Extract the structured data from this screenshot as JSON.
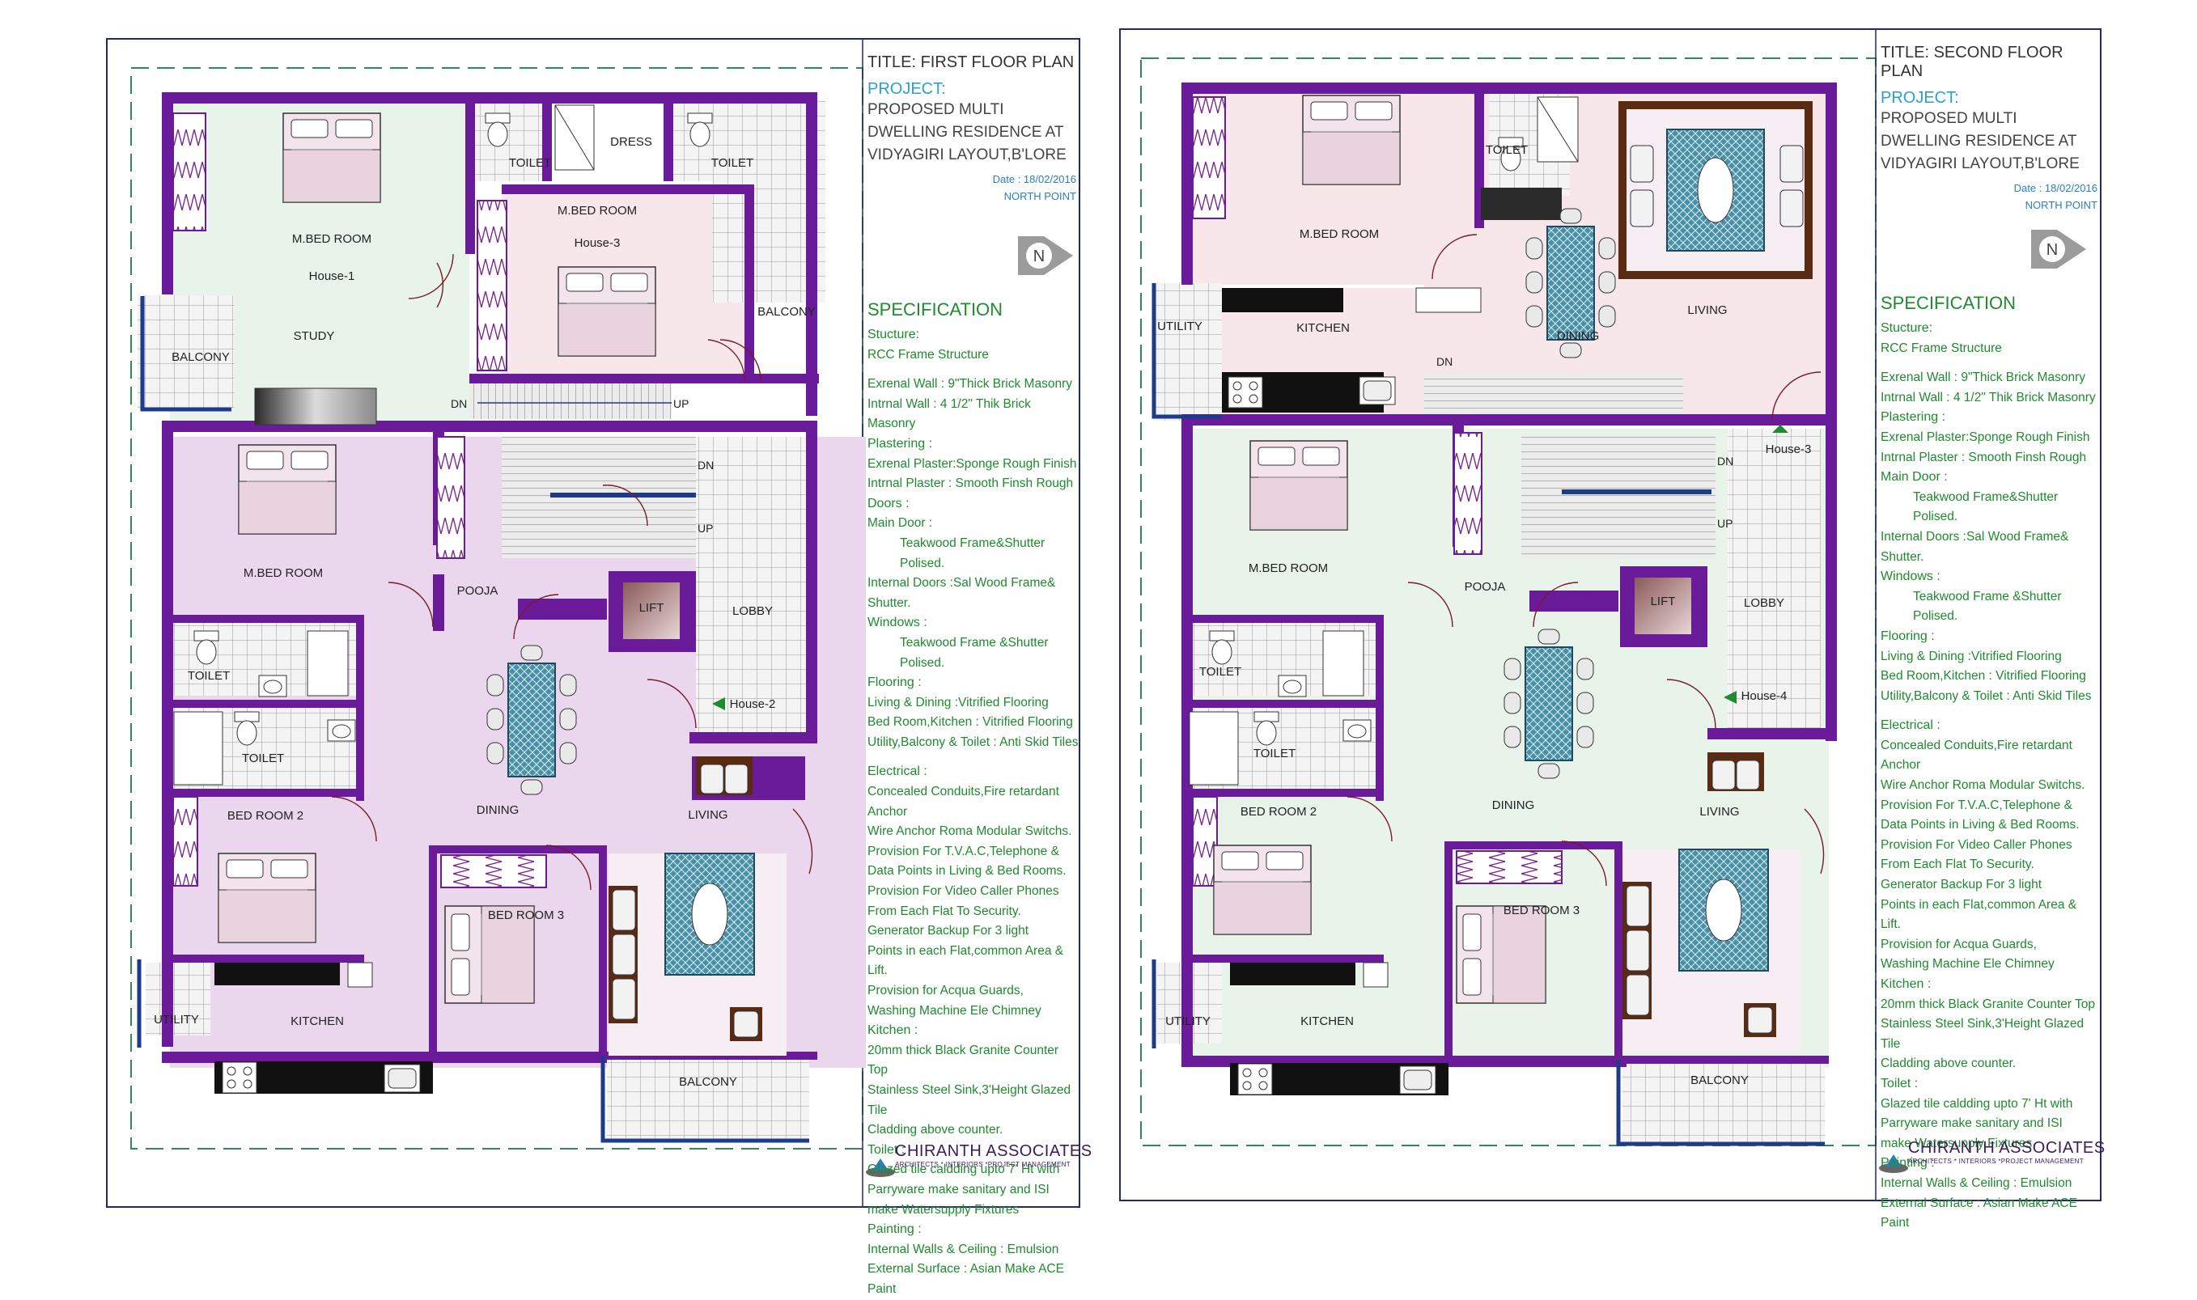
{
  "sheets": [
    {
      "title": "TITLE: FIRST FLOOR PLAN",
      "project_label": "PROJECT:",
      "project_lines": [
        "PROPOSED MULTI",
        "DWELLING RESIDENCE AT",
        "VIDYAGIRI LAYOUT,B'LORE"
      ],
      "date": "Date : 18/02/2016",
      "north_point": "NORTH POINT",
      "north_letter": "N",
      "firm_name": "CHIRANTH  ASSOCIATES",
      "firm_tagline": "ARCHITECTS * INTERIORS *PROJECT MANAGEMENT",
      "rooms": {
        "mbed_top": "M.BED ROOM",
        "house1": "House-1",
        "toilet_a": "TOILET",
        "dress": "DRESS",
        "toilet_b": "TOILET",
        "mbed_h3": "M.BED ROOM",
        "house3": "House-3",
        "study": "STUDY",
        "balcony_left": "BALCONY",
        "balcony_right": "BALCONY",
        "dn": "DN",
        "up": "UP",
        "dn2": "DN",
        "up2": "UP",
        "mbed_mid": "M.BED ROOM",
        "pooja": "POOJA",
        "lift": "LIFT",
        "lobby": "LOBBY",
        "toilet_c": "TOILET",
        "toilet_d": "TOILET",
        "house2": "House-2",
        "bed2": "BED ROOM 2",
        "dining": "DINING",
        "living": "LIVING",
        "bed3": "BED ROOM 3",
        "utility": "UTILITY",
        "kitchen": "KITCHEN",
        "balcony_bottom": "BALCONY"
      }
    },
    {
      "title": "TITLE: SECOND FLOOR PLAN",
      "project_label": "PROJECT:",
      "project_lines": [
        "PROPOSED MULTI",
        "DWELLING RESIDENCE AT",
        "VIDYAGIRI LAYOUT,B'LORE"
      ],
      "date": "Date : 18/02/2016",
      "north_point": "NORTH POINT",
      "north_letter": "N",
      "firm_name": "CHIRANTH  ASSOCIATES",
      "firm_tagline": "ARCHITECTS * INTERIORS *PROJECT MANAGEMENT",
      "rooms": {
        "mbed_top": "M.BED ROOM",
        "toilet_a": "TOILET",
        "utility_top": "UTILITY",
        "kitchen_top": "KITCHEN",
        "dining_top": "DINING",
        "living_top": "LIVING",
        "dn": "DN",
        "dn2": "DN",
        "up2": "UP",
        "house3": "House-3",
        "mbed_mid": "M.BED ROOM",
        "pooja": "POOJA",
        "lift": "LIFT",
        "lobby": "LOBBY",
        "toilet_c": "TOILET",
        "toilet_d": "TOILET",
        "house4": "House-4",
        "bed2": "BED ROOM 2",
        "dining": "DINING",
        "living": "LIVING",
        "bed3": "BED ROOM 3",
        "utility": "UTILITY",
        "kitchen": "KITCHEN",
        "balcony_bottom": "BALCONY"
      }
    }
  ],
  "spec_first": {
    "heading": "SPECIFICATION",
    "lines": [
      {
        "t": "Stucture:",
        "k": "sub"
      },
      {
        "t": "RCC Frame Structure",
        "k": "item"
      },
      {
        "t": "",
        "k": "gap"
      },
      {
        "t": "Exrenal Wall :  9\"Thick  Brick Masonry",
        "k": "item"
      },
      {
        "t": "Intrnal Wall :  4 1/2\" Thik  Brick Masonry",
        "k": "item"
      },
      {
        "t": "Plastering :",
        "k": "sub"
      },
      {
        "t": "Exrenal Plaster:Sponge Rough Finish",
        "k": "item"
      },
      {
        "t": "Intrnal Plaster  :  Smooth Finsh Rough",
        "k": "item"
      },
      {
        "t": "Doors :",
        "k": "sub"
      },
      {
        "t": "Main Door :",
        "k": "item"
      },
      {
        "t": "Teakwood Frame&Shutter Polised.",
        "k": "ind"
      },
      {
        "t": "Internal Doors :Sal Wood Frame& Shutter.",
        "k": "item"
      },
      {
        "t": "Windows :",
        "k": "sub"
      },
      {
        "t": "Teakwood Frame &Shutter Polised.",
        "k": "ind"
      },
      {
        "t": "Flooring :",
        "k": "sub"
      },
      {
        "t": "Living & Dining :Vitrified Flooring",
        "k": "item"
      },
      {
        "t": "Bed Room,Kitchen : Vitrified Flooring",
        "k": "item"
      },
      {
        "t": "Utility,Balcony & Toilet : Anti Skid Tiles",
        "k": "item"
      },
      {
        "t": "",
        "k": "gap"
      },
      {
        "t": "Electrical :",
        "k": "sub"
      },
      {
        "t": "Concealed Conduits,Fire retardant Anchor",
        "k": "item"
      },
      {
        "t": "Wire Anchor Roma Modular Switchs.",
        "k": "item"
      },
      {
        "t": "Provision For T.V.A.C,Telephone &",
        "k": "item"
      },
      {
        "t": "Data Points in Living & Bed Rooms.",
        "k": "item"
      },
      {
        "t": "Provision For Video Caller Phones",
        "k": "item"
      },
      {
        "t": "From Each Flat To Security.",
        "k": "item"
      },
      {
        "t": "Generator Backup For 3 light",
        "k": "item"
      },
      {
        "t": "Points in each Flat,common Area & Lift.",
        "k": "item"
      },
      {
        "t": "Provision for Acqua Guards,",
        "k": "item"
      },
      {
        "t": "Washing Machine Ele Chimney",
        "k": "item"
      },
      {
        "t": "Kitchen :",
        "k": "sub"
      },
      {
        "t": "20mm thick Black Granite Counter Top",
        "k": "item"
      },
      {
        "t": "Stainless Steel Sink,3'Height Glazed Tile",
        "k": "item"
      },
      {
        "t": "Cladding above counter.",
        "k": "item"
      },
      {
        "t": "Toilet :",
        "k": "sub"
      },
      {
        "t": "Glazed tile caldding upto 7' Ht with",
        "k": "item"
      },
      {
        "t": "Parryware make sanitary and ISI",
        "k": "item"
      },
      {
        "t": "make Watersupply Fixtures",
        "k": "item"
      },
      {
        "t": "Painting :",
        "k": "sub"
      },
      {
        "t": "Internal Walls & Ceiling : Emulsion",
        "k": "item"
      },
      {
        "t": "External Surface : Asian Make ACE Paint",
        "k": "item"
      }
    ]
  },
  "spec_second": {
    "heading": "SPECIFICATION",
    "lines": [
      {
        "t": "Stucture:",
        "k": "sub"
      },
      {
        "t": "RCC Frame Structure",
        "k": "item"
      },
      {
        "t": "",
        "k": "gap"
      },
      {
        "t": "Exrenal Wall :  9\"Thick  Brick Masonry",
        "k": "item"
      },
      {
        "t": "Intrnal Wall :  4 1/2\" Thik  Brick Masonry",
        "k": "item"
      },
      {
        "t": "Plastering :",
        "k": "sub"
      },
      {
        "t": "Exrenal Plaster:Sponge Rough Finish",
        "k": "item"
      },
      {
        "t": "Intrnal Plaster  :  Smooth Finsh Rough",
        "k": "item"
      },
      {
        "t": "Main Door :",
        "k": "sub"
      },
      {
        "t": "Teakwood Frame&Shutter Polised.",
        "k": "ind"
      },
      {
        "t": "Internal Doors :Sal Wood Frame& Shutter.",
        "k": "item"
      },
      {
        "t": "Windows :",
        "k": "sub"
      },
      {
        "t": "Teakwood Frame &Shutter Polised.",
        "k": "ind"
      },
      {
        "t": "Flooring :",
        "k": "sub"
      },
      {
        "t": "Living & Dining :Vitrified Flooring",
        "k": "item"
      },
      {
        "t": "Bed Room,Kitchen : Vitrified Flooring",
        "k": "item"
      },
      {
        "t": "Utility,Balcony & Toilet : Anti Skid Tiles",
        "k": "item"
      },
      {
        "t": "",
        "k": "gap"
      },
      {
        "t": "Electrical :",
        "k": "sub"
      },
      {
        "t": "Concealed Conduits,Fire retardant Anchor",
        "k": "item"
      },
      {
        "t": "Wire Anchor Roma Modular Switchs.",
        "k": "item"
      },
      {
        "t": "Provision For T.V.A.C,Telephone &",
        "k": "item"
      },
      {
        "t": "Data Points in Living & Bed Rooms.",
        "k": "item"
      },
      {
        "t": "Provision For Video Caller Phones",
        "k": "item"
      },
      {
        "t": "From Each Flat To Security.",
        "k": "item"
      },
      {
        "t": "Generator Backup For 3 light",
        "k": "item"
      },
      {
        "t": "Points in each Flat,common Area & Lift.",
        "k": "item"
      },
      {
        "t": "Provision for Acqua Guards,",
        "k": "item"
      },
      {
        "t": "Washing Machine Ele Chimney",
        "k": "item"
      },
      {
        "t": "Kitchen :",
        "k": "sub"
      },
      {
        "t": "20mm thick Black Granite Counter Top",
        "k": "item"
      },
      {
        "t": "Stainless Steel Sink,3'Height Glazed Tile",
        "k": "item"
      },
      {
        "t": "Cladding above counter.",
        "k": "item"
      },
      {
        "t": "Toilet :",
        "k": "sub"
      },
      {
        "t": "Glazed tile caldding upto 7' Ht with",
        "k": "item"
      },
      {
        "t": "Parryware make sanitary and ISI",
        "k": "item"
      },
      {
        "t": "make Watersupply Fixtures",
        "k": "item"
      },
      {
        "t": "Painting :",
        "k": "sub"
      },
      {
        "t": "Internal Walls & Ceiling : Emulsion",
        "k": "item"
      },
      {
        "t": "External Surface : Asian Make ACE Paint",
        "k": "item"
      }
    ]
  },
  "colors": {
    "wall": "#6a1b9a",
    "wall_dark": "#4a0f72",
    "wall_blue": "#1e3a8a",
    "green_border": "#2e8b57",
    "sheet_border": "#1f2a6b",
    "floor_green": "#e8f4ea",
    "floor_pink": "#f7e6ea",
    "floor_lilac": "#ead7ee",
    "tile": "#f2f2f2",
    "spec_green": "#1f8a2e",
    "title_blue": "#2aa2c8"
  }
}
